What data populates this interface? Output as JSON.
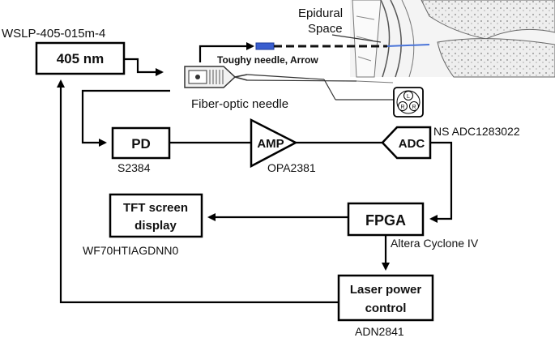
{
  "laser": {
    "model": "WSLP-405-015m-4",
    "label": "405 nm"
  },
  "anatomy": {
    "label_line1": "Epidural",
    "label_line2": "Space"
  },
  "needle": {
    "type_label": "Toughy needle, Arrow",
    "probe_label": "Fiber-optic needle"
  },
  "pd": {
    "label": "PD",
    "part": "S2384"
  },
  "amp": {
    "label": "AMP",
    "part": "OPA2381"
  },
  "adc": {
    "label": "ADC",
    "part": "NS ADC1283022"
  },
  "fpga": {
    "label": "FPGA",
    "part": "Altera Cyclone IV"
  },
  "display": {
    "label_line1": "TFT screen",
    "label_line2": "display",
    "part": "WF70HTIAGDNN0"
  },
  "laser_ctrl": {
    "label_line1": "Laser power",
    "label_line2": "control",
    "part": "ADN2841"
  },
  "connector": {
    "top": "L",
    "left": "R",
    "right": "R"
  }
}
